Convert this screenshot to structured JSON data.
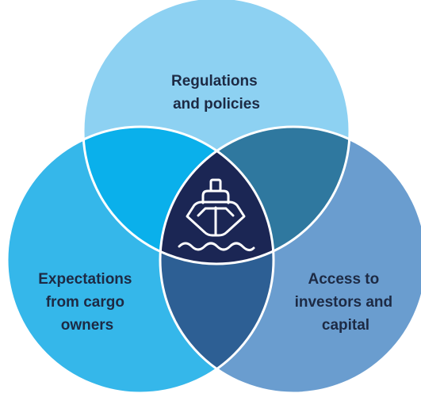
{
  "diagram": {
    "circles": [
      {
        "id": "top",
        "label_lines": [
          "Regulations",
          "and policies"
        ],
        "color": "#8dd1f2"
      },
      {
        "id": "left",
        "label_lines": [
          "Expectations",
          "from cargo",
          "owners"
        ],
        "color": "#35b7ea"
      },
      {
        "id": "right",
        "label_lines": [
          "Access to",
          "investors and",
          "capital"
        ],
        "color": "#6a9dcf"
      }
    ],
    "overlaps": {
      "top_left": "#0ab0eb",
      "top_right": "#2f789f",
      "left_right": "#2d5f94",
      "center": "#1b2654"
    },
    "center_icon": {
      "name": "ship-on-waves-icon",
      "stroke_color": "#ffffff"
    },
    "stroke_color": "#ffffff",
    "label_color": "#1d2a44"
  }
}
